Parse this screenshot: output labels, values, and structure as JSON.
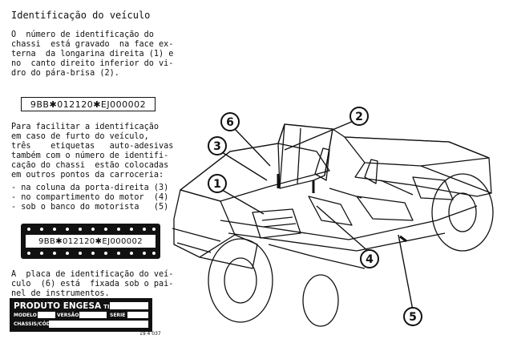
{
  "title": "Identificação do veículo",
  "para1": [
    "O  número de identificação do",
    "chassi  está gravado  na face ex-",
    "terna  da longarina direita (1) e",
    "no  canto direito inferior do vi-",
    "dro do pára-brisa (2)."
  ],
  "chassis_number_1": "9BB✱012120✱EJ000002",
  "para2": [
    "Para facilitar a identificação",
    "em caso de furto do veículo,",
    "três    etiquetas   auto-adesivas",
    "também com o número de identifi-",
    "cação do chassi  estão colocadas",
    "em outros pontos da carroceria:"
  ],
  "locations": [
    "- na coluna da porta-direita (3)",
    "- no compartimento do motor  (4)",
    "- sob o banco do motorista   (5)"
  ],
  "chassis_number_2": "9BB✱012120✱EJ000002",
  "para3": [
    "A  placa de identificação do veí-",
    "culo  (6) está  fixada sob o pai-",
    "nel de instrumentos."
  ],
  "plate": {
    "brand": "PRODUTO ENGESA",
    "tipo": "TIPO",
    "modelo": "MODELO",
    "versao": "VERSÃO",
    "serie": "SERIE",
    "chassis": "CHASSIS/CÓD"
  },
  "figure_code": "19 4 037",
  "callouts": [
    "1",
    "2",
    "3",
    "4",
    "5",
    "6"
  ]
}
